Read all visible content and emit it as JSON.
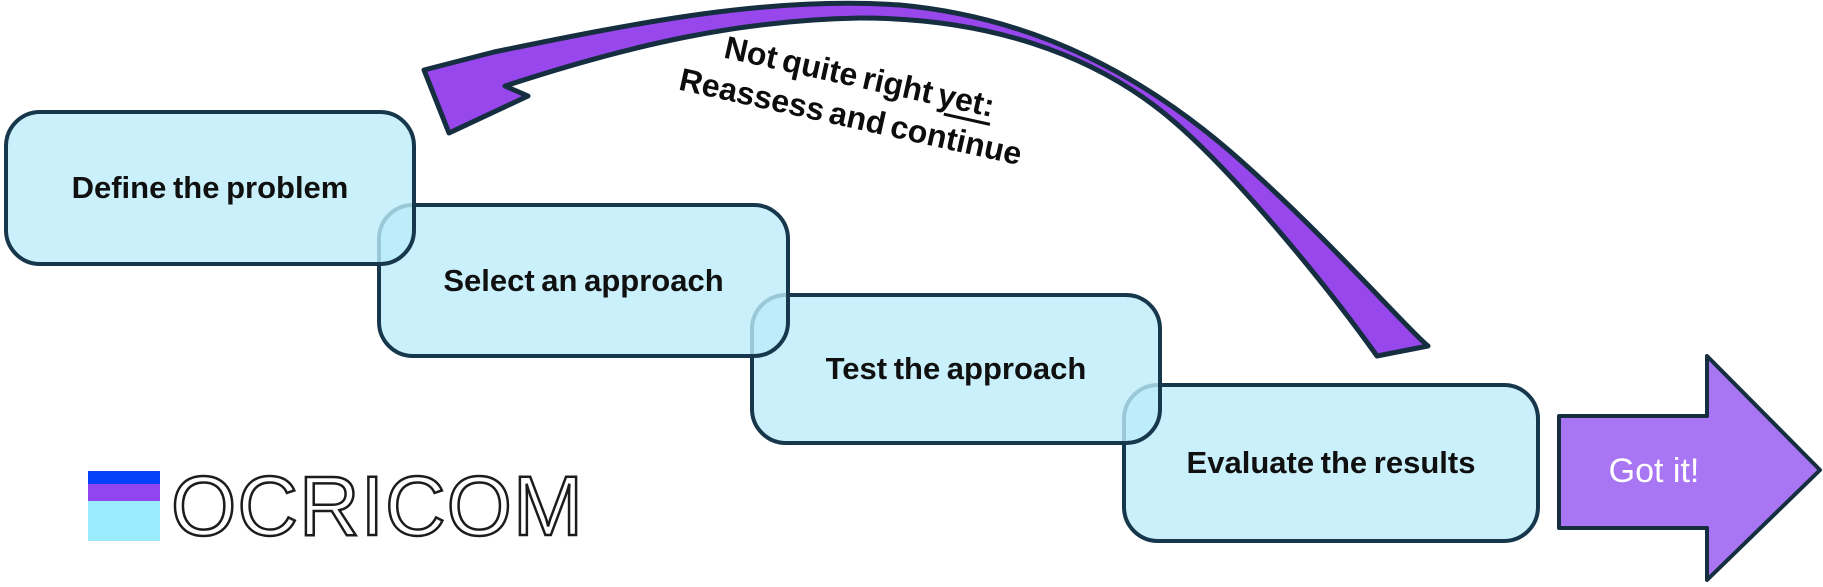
{
  "diagram": {
    "steps": [
      {
        "label": "Define the problem"
      },
      {
        "label": "Select an approach"
      },
      {
        "label": "Test the approach"
      },
      {
        "label": "Evaluate the results"
      }
    ],
    "loop_arrow": {
      "label_line1_prefix": "Not quite right",
      "label_line1_underlined": "yet:",
      "label_line2": "Reassess and continue"
    },
    "forward_arrow": {
      "label": "Got it!"
    }
  },
  "logo": {
    "text": "OCRICOM"
  },
  "colors": {
    "box_fill": "#cbeffa",
    "box_border": "#17374c",
    "loop_arrow_fill": "#9747ec",
    "forward_arrow_fill": "#a876f2",
    "arrow_outline": "#152f40",
    "logo_blue": "#0540fa",
    "logo_purple": "#9145f0",
    "logo_cyan": "#9aecfc",
    "text_dark": "#0d0d0d",
    "got_it_text": "#ffffff"
  }
}
